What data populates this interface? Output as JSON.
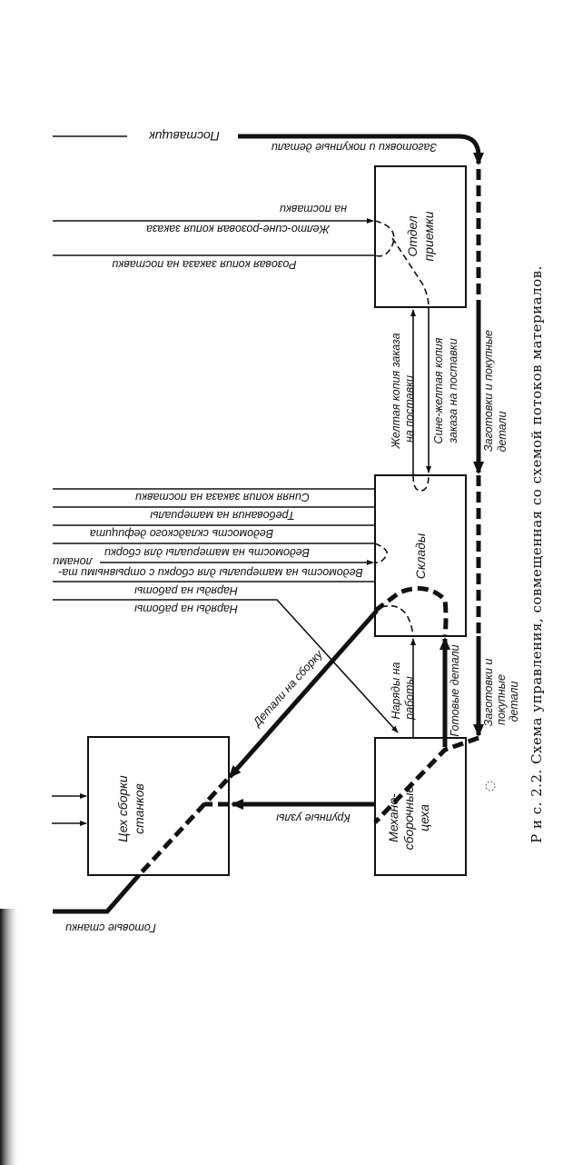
{
  "boxes": {
    "receiving": [
      "Отдел",
      "приемки"
    ],
    "warehouses": "Склады",
    "machining": [
      "Механо-",
      "сборочные",
      "цеха"
    ],
    "assembly": [
      "Цех сборки",
      "станков"
    ]
  },
  "supplier": "Поставщик",
  "flows": {
    "supplier_to_receiving": "Заготовки и покупные детали",
    "order_copy_line1": "на поставки",
    "order_copy_line2": "Желто-сине-розовая копия заказа",
    "pink_copy": "Розовая копия заказа на поставки",
    "yellow_copy": [
      "Желтая копия заказа",
      "на поставки"
    ],
    "blue_yellow_copy": [
      "Сине-желтая копия",
      "заказа на поставки"
    ],
    "blanks_to_warehouse": [
      "Заготовки и покупные",
      "детали"
    ],
    "warehouse_inputs": [
      "Синяя копия заказа на поставки",
      "Требования на материалы",
      "Ведомость складского дефицита",
      "Ведомость на материалы для сборки",
      "Ведомость на материалы для сборки с отрывными та-",
      "лонами",
      "Наряды на работы",
      "Наряды на работы"
    ],
    "work_orders": [
      "Наряды на",
      "работы"
    ],
    "finished_parts": "Готовые детали",
    "blanks_to_shops": [
      "Заготовки и",
      "покупные",
      "детали"
    ],
    "parts_to_assembly": "Детали на сборку",
    "large_units": "Крупные узлы",
    "finished_machines": "Готовые станки"
  },
  "caption": "Р и с. 2.2. Схема управления, совмещенная со схемой потоков материалов."
}
